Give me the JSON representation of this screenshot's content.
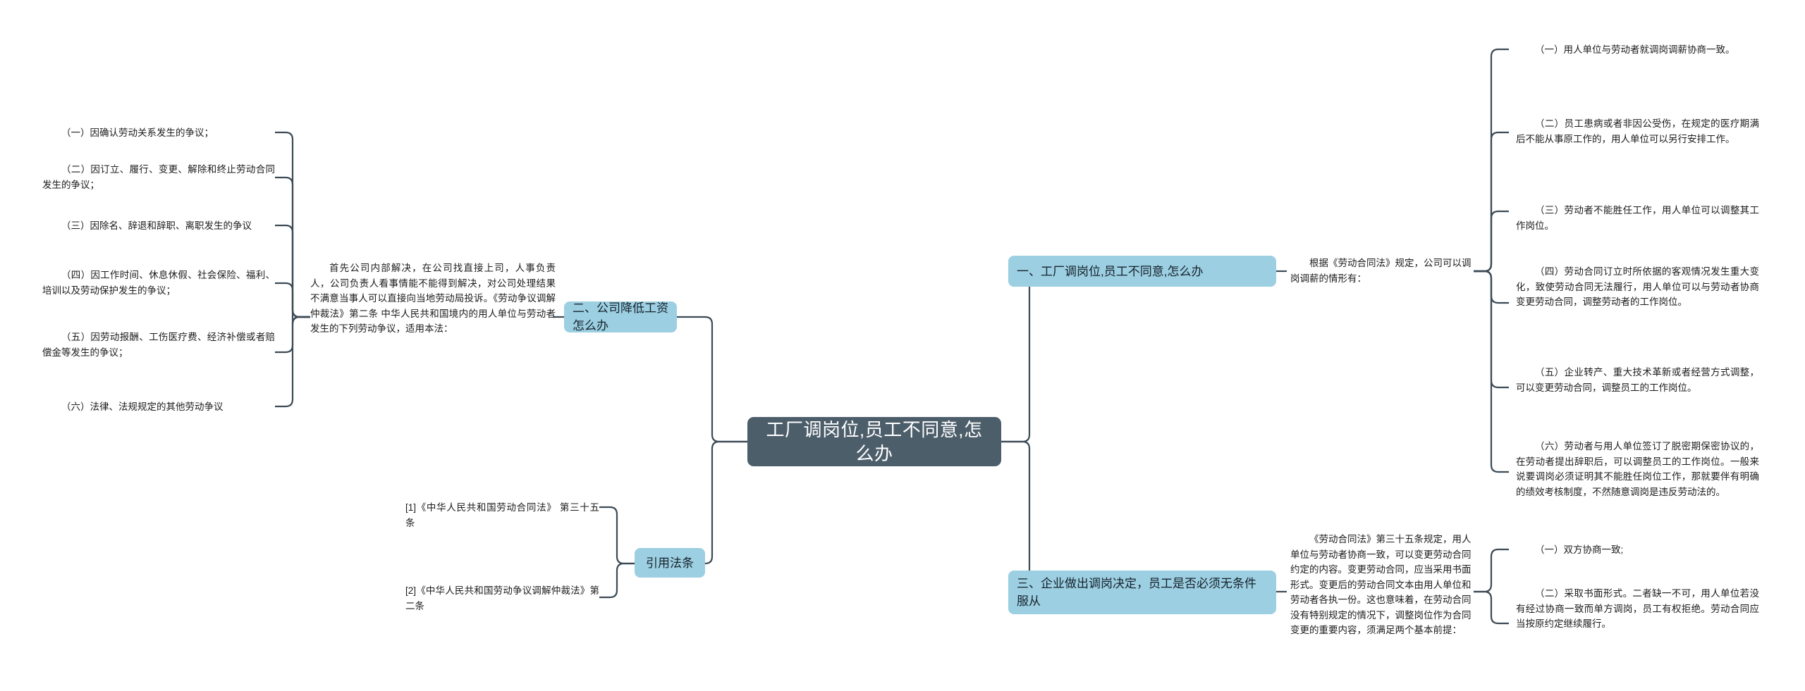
{
  "palette": {
    "central_bg": "#4d5e6b",
    "central_fg": "#ffffff",
    "branch_bg": "#9ccfe2",
    "branch_fg": "#16222b",
    "wire": "#3c4a55",
    "text": "#1c1c1c",
    "page_bg": "#ffffff"
  },
  "central": {
    "title": "工厂调岗位,员工不同意,怎么办"
  },
  "branches": {
    "left": [
      {
        "id": "b2",
        "label": "二、公司降低工资怎么办"
      },
      {
        "id": "b-law",
        "label": "引用法条"
      }
    ],
    "right": [
      {
        "id": "b1",
        "label": "一、工厂调岗位,员工不同意,怎么办"
      },
      {
        "id": "b3",
        "label": "三、企业做出调岗决定，员工是否必须无条件服从"
      }
    ]
  },
  "b2_detail": {
    "body": "首先公司内部解决，在公司找直接上司，人事负责人，公司负责人看事情能不能得到解决，对公司处理结果不满意当事人可以直接向当地劳动局投诉。《劳动争议调解仲裁法》第二条 中华人民共和国境内的用人单位与劳动者发生的下列劳动争议，适用本法："
  },
  "b2_items": [
    {
      "text": "（一）因确认劳动关系发生的争议；"
    },
    {
      "text": "（二）因订立、履行、变更、解除和终止劳动合同发生的争议；"
    },
    {
      "text": "（三）因除名、辞退和辞职、离职发生的争议"
    },
    {
      "text": "（四）因工作时间、休息休假、社会保险、福利、培训以及劳动保护发生的争议；"
    },
    {
      "text": "（五）因劳动报酬、工伤医疗费、经济补偿或者赔偿金等发生的争议；"
    },
    {
      "text": "（六）法律、法规规定的其他劳动争议"
    }
  ],
  "law_items": [
    {
      "text": "[1]《中华人民共和国劳动合同法》 第三十五条"
    },
    {
      "text": "[2]《中华人民共和国劳动争议调解仲裁法》第二条"
    }
  ],
  "b1_detail": {
    "body": "根据《劳动合同法》规定，公司可以调岗调薪的情形有："
  },
  "b1_items": [
    {
      "text": "（一）用人单位与劳动者就调岗调薪协商一致。"
    },
    {
      "text": "（二）员工患病或者非因公受伤，在规定的医疗期满后不能从事原工作的，用人单位可以另行安排工作。"
    },
    {
      "text": "（三）劳动者不能胜任工作，用人单位可以调整其工作岗位。"
    },
    {
      "text": "（四）劳动合同订立时所依据的客观情况发生重大变化，致使劳动合同无法履行，用人单位可以与劳动者协商变更劳动合同，调整劳动者的工作岗位。"
    },
    {
      "text": "（五）企业转产、重大技术革新或者经营方式调整，可以变更劳动合同，调整员工的工作岗位。"
    },
    {
      "text": "（六）劳动者与用人单位签订了脱密期保密协议的，在劳动者提出辞职后，可以调整员工的工作岗位。一般来说要调岗必须证明其不能胜任岗位工作，那就要伴有明确的绩效考核制度，不然随意调岗是违反劳动法的。"
    }
  ],
  "b3_detail": {
    "body": "《劳动合同法》第三十五条规定，用人单位与劳动者协商一致，可以变更劳动合同约定的内容。变更劳动合同，应当采用书面形式。变更后的劳动合同文本由用人单位和劳动者各执一份。这也意味着，在劳动合同没有特别规定的情况下，调整岗位作为合同变更的重要内容，须满足两个基本前提："
  },
  "b3_items": [
    {
      "text": "（一）双方协商一致;"
    },
    {
      "text": "（二）采取书面形式。二者缺一不可，用人单位若没有经过协商一致而单方调岗，员工有权拒绝。劳动合同应当按原约定继续履行。"
    }
  ]
}
